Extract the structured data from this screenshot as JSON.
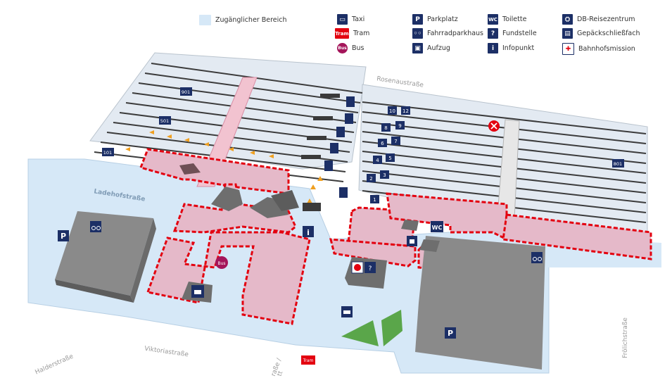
{
  "legend": [
    {
      "id": "area",
      "label": "Zugänglicher Bereich",
      "icon": "accessible-area-swatch",
      "glyph": ""
    },
    {
      "id": "taxi",
      "label": "Taxi",
      "icon": "taxi-icon",
      "glyph": "🚕"
    },
    {
      "id": "tram",
      "label": "Tram",
      "icon": "tram-icon",
      "glyph": "Tram"
    },
    {
      "id": "bus",
      "label": "Bus",
      "icon": "bus-icon",
      "glyph": "Bus"
    },
    {
      "id": "parking",
      "label": "Parkplatz",
      "icon": "parking-icon",
      "glyph": "P"
    },
    {
      "id": "bike",
      "label": "Fahrradparkhaus",
      "icon": "bike-parking-icon",
      "glyph": "⚲"
    },
    {
      "id": "elevator",
      "label": "Aufzug",
      "icon": "elevator-icon",
      "glyph": "▣"
    },
    {
      "id": "wc",
      "label": "Toilette",
      "icon": "toilet-icon",
      "glyph": "WC"
    },
    {
      "id": "lost",
      "label": "Fundstelle",
      "icon": "lost-found-icon",
      "glyph": "?"
    },
    {
      "id": "info",
      "label": "Infopunkt",
      "icon": "info-icon",
      "glyph": "i"
    },
    {
      "id": "travel",
      "label": "DB-Reisezentrum",
      "icon": "travel-center-icon",
      "glyph": "👥"
    },
    {
      "id": "locker",
      "label": "Gepäckschließfach",
      "icon": "locker-icon",
      "glyph": "🔒"
    },
    {
      "id": "mission",
      "label": "Bahnhofsmission",
      "icon": "station-mission-icon",
      "glyph": "✚"
    }
  ],
  "streets": {
    "rosenau": "Rosenaustraße",
    "ladehof": "Ladehofstraße",
    "viktoria": "Viktoriastraße",
    "halder": "Halderstraße",
    "froelich": "Frölichstraße",
    "strasse_fragment": "raße /",
    "t_fragment": "tt"
  },
  "platforms": [
    "1",
    "2",
    "3",
    "4",
    "5",
    "6",
    "7",
    "8",
    "9",
    "10",
    "12"
  ],
  "far_tracks": [
    "901",
    "501",
    "101",
    "801"
  ],
  "map_icons": {
    "bus": "Bus",
    "tram": "Tram",
    "wc": "WC",
    "parking": "P",
    "info": "i"
  },
  "colors": {
    "accessible": "#d6e8f7",
    "restricted": "#e5b9c9",
    "dashed": "#e3000f",
    "building": "#7a7a7a",
    "navy": "#1c2f66",
    "arrow": "#f0a020",
    "green": "#5aa64a"
  }
}
